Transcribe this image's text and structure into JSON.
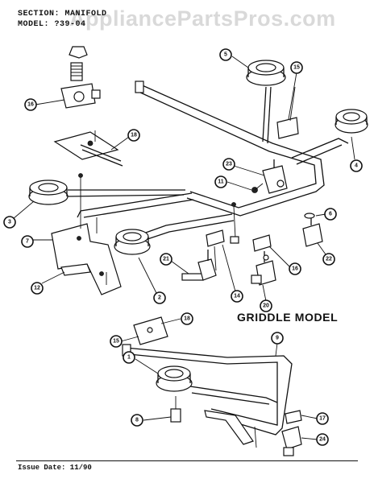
{
  "header": {
    "section_label": "SECTION:",
    "section_value": "MANIFOLD",
    "model_label": "MODEL:",
    "model_value": "?39-04"
  },
  "watermark": "AppliancePartsPros.com",
  "griddle_label": "GRIDDLE MODEL",
  "issue_date": "Issue Date: 11/90",
  "callouts": {
    "c5": "5",
    "c15a": "15",
    "c16a": "16",
    "c18a": "18",
    "c4": "4",
    "c23": "23",
    "c11": "11",
    "c3": "3",
    "c6": "6",
    "c7": "7",
    "c12": "12",
    "c2": "2",
    "c21": "21",
    "c14": "14",
    "c20": "20",
    "c16b": "16",
    "c22": "22",
    "c18b": "18",
    "c15b": "15",
    "c9": "9",
    "c1": "1",
    "c8": "8",
    "c17": "17",
    "c24": "24"
  }
}
